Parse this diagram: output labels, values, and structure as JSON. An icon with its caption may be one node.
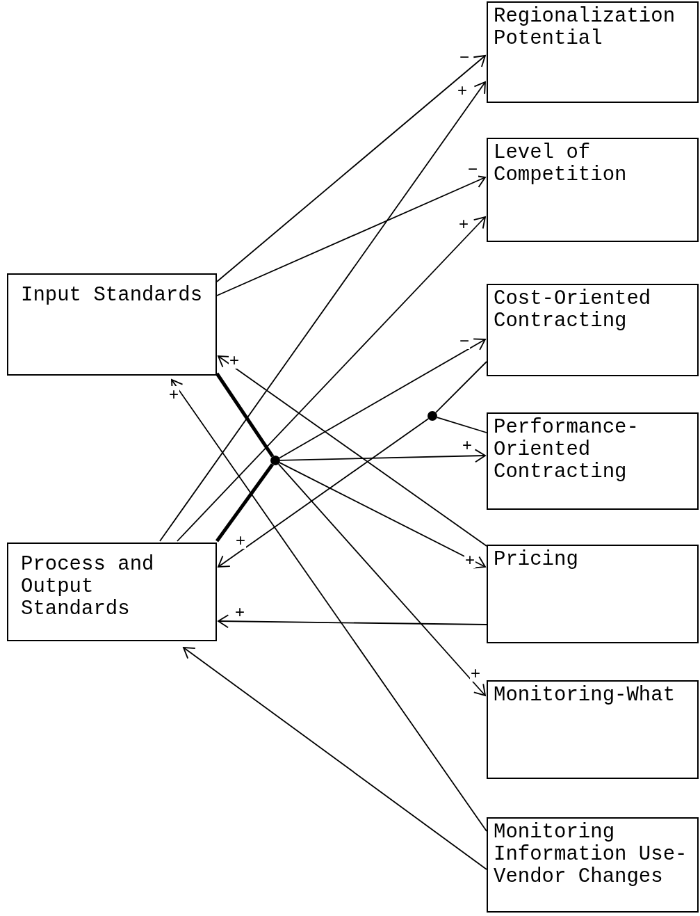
{
  "diagram": {
    "nodes": [
      {
        "text": [
          "Regionalization Potential"
        ]
      },
      {
        "text": [
          "Level of Competition"
        ]
      },
      {
        "text": [
          "Input Standards"
        ]
      },
      {
        "text": [
          "Cost-Oriented Contracting"
        ]
      },
      {
        "text": [
          "Performance-Oriented Contracting"
        ]
      },
      {
        "text": [
          "Process and Output Standards"
        ]
      },
      {
        "text": [
          "Pricing"
        ]
      },
      {
        "text": [
          "Monitoring-What"
        ]
      },
      {
        "text": [
          "Monitoring Information Use-Vendor Changes"
        ]
      },
      {
        "text": [],
        "shape": "circle"
      },
      {
        "text": [],
        "shape": "circle"
      }
    ],
    "edges": [
      {
        "from": 2,
        "to": 0,
        "arrow": "to",
        "label": "−"
      },
      {
        "from": 2,
        "to": 1,
        "arrow": "to",
        "label": "−"
      },
      {
        "from": 5,
        "to": 0,
        "arrow": "to",
        "label": "+"
      },
      {
        "from": 5,
        "to": 1,
        "arrow": "to",
        "label": "+"
      },
      {
        "from": 2,
        "to": 9,
        "arrow": "none",
        "style": "thick"
      },
      {
        "from": 5,
        "to": 9,
        "arrow": "none",
        "style": "thick"
      },
      {
        "from": 9,
        "to": 3,
        "arrow": "to",
        "label": "−"
      },
      {
        "from": 9,
        "to": 4,
        "arrow": "to",
        "label": "+"
      },
      {
        "from": 9,
        "to": 6,
        "arrow": "to",
        "label": "+"
      },
      {
        "from": 9,
        "to": 7,
        "arrow": "to",
        "label": "+"
      },
      {
        "from": 3,
        "to": 10,
        "arrow": "none"
      },
      {
        "from": 4,
        "to": 10,
        "arrow": "none"
      },
      {
        "from": 10,
        "to": 5,
        "arrow": "to",
        "label": "+"
      },
      {
        "from": 6,
        "to": 2,
        "arrow": "to",
        "label": "+"
      },
      {
        "from": 6,
        "to": 5,
        "arrow": "to",
        "label": "+"
      },
      {
        "from": 8,
        "to": 2,
        "arrow": "to",
        "label": "+"
      },
      {
        "from": 8,
        "to": 5,
        "arrow": "to"
      }
    ]
  }
}
